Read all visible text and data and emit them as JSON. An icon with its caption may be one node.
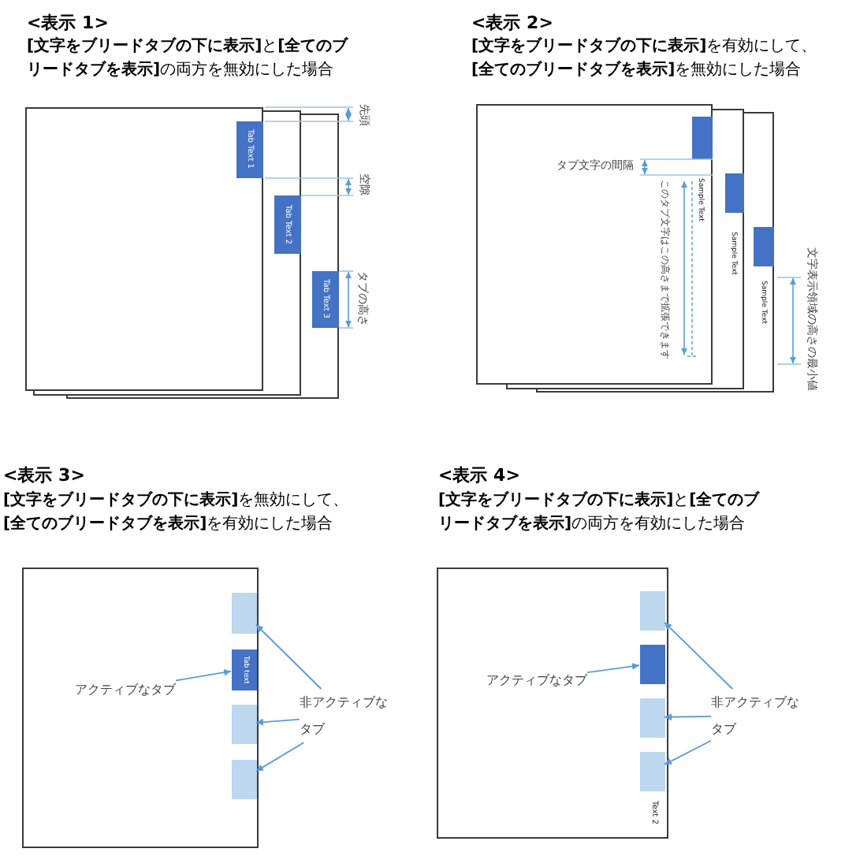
{
  "diagram": {
    "nodes": [
      {
        "text": [],
        "shape": "box"
      },
      {
        "text": [
          "Tab Text 1"
        ],
        "in": 0
      },
      {
        "text": [],
        "shape": "box"
      },
      {
        "text": [
          "Tab Text 2"
        ],
        "in": 2
      },
      {
        "text": [],
        "shape": "box"
      },
      {
        "text": [
          "Tab Text 3"
        ],
        "in": 4
      },
      {
        "text": [],
        "shape": "box"
      },
      {
        "text": [],
        "shape": "box"
      },
      {
        "text": [],
        "shape": "box"
      },
      {
        "text": [],
        "shape": "box",
        "in": 8
      },
      {
        "text": [],
        "shape": "box"
      },
      {
        "text": [],
        "shape": "box",
        "in": 10
      },
      {
        "text": [],
        "shape": "box"
      },
      {
        "text": [],
        "shape": "box",
        "in": 12
      },
      {
        "text": [
          "Tab text"
        ],
        "in": 12
      },
      {
        "text": [],
        "shape": "box",
        "in": 12
      },
      {
        "text": [],
        "shape": "box",
        "in": 12
      },
      {
        "text": [
          "アクティブなタブ"
        ],
        "in": 12
      },
      {
        "text": [
          "非アクティブなタブ"
        ]
      },
      {
        "text": [],
        "shape": "box"
      },
      {
        "text": [],
        "shape": "box",
        "in": 19
      },
      {
        "text": [],
        "shape": "box",
        "in": 19
      },
      {
        "text": [],
        "shape": "box",
        "in": 19
      },
      {
        "text": [],
        "shape": "box",
        "in": 19
      },
      {
        "text": [
          "アクティブなタブ"
        ],
        "in": 19
      },
      {
        "text": [
          "非アクティブなタブ"
        ]
      }
    ],
    "edges": [
      {
        "from": 17,
        "to": 14,
        "arrow": "to"
      },
      {
        "from": 18,
        "to": 13,
        "arrow": "to"
      },
      {
        "from": 18,
        "to": 15,
        "arrow": "to"
      },
      {
        "from": 18,
        "to": 16,
        "arrow": "to"
      },
      {
        "from": 24,
        "to": 21,
        "arrow": "to"
      },
      {
        "from": 25,
        "to": 20,
        "arrow": "to"
      },
      {
        "from": 25,
        "to": 22,
        "arrow": "to"
      },
      {
        "from": 25,
        "to": 23,
        "arrow": "to"
      }
    ],
    "labels": [
      "<表示 1>",
      "**[文字をブリードタブの下に表示]**と**[全てのブリードタブを表示]**の両方を無効にした場合",
      "先頭",
      "空隙",
      "タブの高さ",
      "<表示 2>",
      "**[文字をブリードタブの下に表示]**を有効にして、**[全てのブリードタブを表示]**を無効にした場合",
      "タブ文字の間隔",
      "Sample Text",
      "このタブ文字はこの高さまで拡張できます",
      "Sample Text",
      "文字表示領域の高さの最小値",
      "Sample Text",
      "<表示 3>",
      "**[文字をブリードタブの下に表示]**を無効にして、**[全てのブリードタブを表示]**を有効にした場合",
      "<表示 4>",
      "**[文字をブリードタブの下に表示]**と**[全てのブリードタブを表示]**の両方を有効にした場合",
      "Text 2"
    ]
  }
}
